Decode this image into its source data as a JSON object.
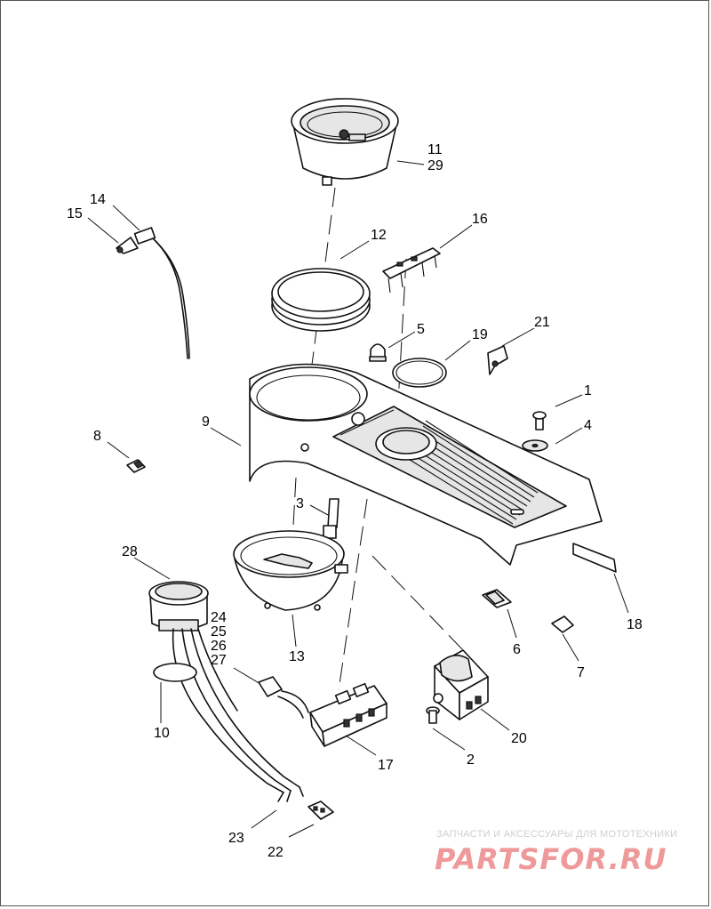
{
  "diagram": {
    "callouts": [
      {
        "id": "c1",
        "label": "1"
      },
      {
        "id": "c2",
        "label": "2"
      },
      {
        "id": "c3",
        "label": "3"
      },
      {
        "id": "c4",
        "label": "4"
      },
      {
        "id": "c5",
        "label": "5"
      },
      {
        "id": "c6",
        "label": "6"
      },
      {
        "id": "c7",
        "label": "7"
      },
      {
        "id": "c8",
        "label": "8"
      },
      {
        "id": "c9",
        "label": "9"
      },
      {
        "id": "c10",
        "label": "10"
      },
      {
        "id": "c11",
        "label": "11"
      },
      {
        "id": "c29",
        "label": "29"
      },
      {
        "id": "c12",
        "label": "12"
      },
      {
        "id": "c13",
        "label": "13"
      },
      {
        "id": "c14",
        "label": "14"
      },
      {
        "id": "c15",
        "label": "15"
      },
      {
        "id": "c16",
        "label": "16"
      },
      {
        "id": "c17",
        "label": "17"
      },
      {
        "id": "c18",
        "label": "18"
      },
      {
        "id": "c19",
        "label": "19"
      },
      {
        "id": "c20",
        "label": "20"
      },
      {
        "id": "c21",
        "label": "21"
      },
      {
        "id": "c22",
        "label": "22"
      },
      {
        "id": "c23",
        "label": "23"
      },
      {
        "id": "c24",
        "label": "24"
      },
      {
        "id": "c25",
        "label": "25"
      },
      {
        "id": "c26",
        "label": "26"
      },
      {
        "id": "c27",
        "label": "27"
      },
      {
        "id": "c28",
        "label": "28"
      }
    ]
  },
  "watermark": {
    "tagline": "ЗАПЧАСТИ И АКСЕССУАРЫ ДЛЯ МОТОТЕХНИКИ",
    "brand": "PARTSFOR.RU",
    "brand_color": "#ef9a9a"
  }
}
